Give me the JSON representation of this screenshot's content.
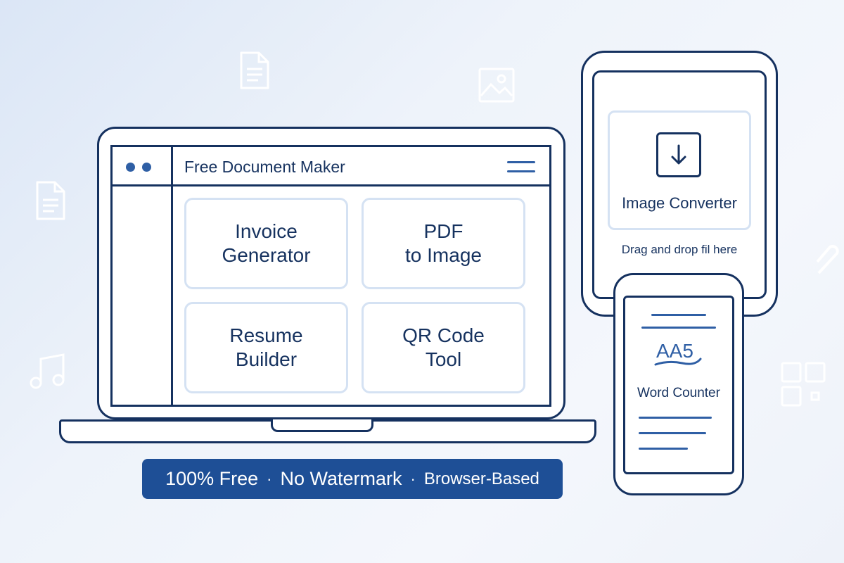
{
  "app": {
    "title": "Free Document Maker"
  },
  "tools": [
    {
      "line1": "Invoice",
      "line2": "Generator"
    },
    {
      "line1": "PDF",
      "line2": "to Image"
    },
    {
      "line1": "Resume",
      "line2": "Builder"
    },
    {
      "line1": "QR Code",
      "line2": "Tool"
    }
  ],
  "tablet": {
    "card_label": "Image Converter",
    "drop_text": "Drag and drop fil here"
  },
  "phone": {
    "label": "Word Counter",
    "glyph_text": "AA5"
  },
  "banner": {
    "part1": "100% Free",
    "separator": "·",
    "part2": "No Watermark",
    "part3": "Browser-Based"
  },
  "colors": {
    "outline": "#15315f",
    "accent": "#2f5fa5",
    "banner_bg": "#1e4f96",
    "card_border": "#d5e2f3",
    "text": "#16325f"
  },
  "icons": [
    "document-icon",
    "image-icon",
    "music-note-icon",
    "paperclip-icon",
    "qr-code-icon",
    "download-icon",
    "menu-icon"
  ]
}
